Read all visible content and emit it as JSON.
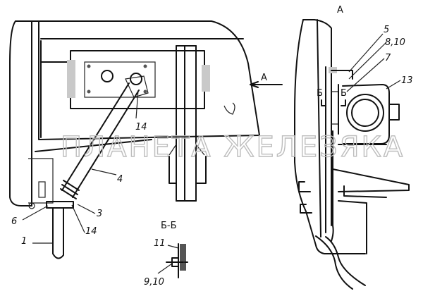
{
  "labels": {
    "l1": "1",
    "l3": "3",
    "l4": "4",
    "l5": "5",
    "l6": "6",
    "l7": "7",
    "l8_10": "8,10",
    "l9_10": "9,10",
    "l11": "11",
    "l13": "13",
    "l14a": "14",
    "l14b": "14",
    "view_a_arrow": "А",
    "view_a_title": "А",
    "section_b_title": "Б-Б",
    "section_b_left": "Б",
    "section_b_right": "Б"
  },
  "watermark": "ПЛАНЕТА ЖЕЛЕЗЯКА",
  "colors": {
    "line": "#111111",
    "shade": "#c9c9c9",
    "watermark": "#bdbdbd"
  }
}
